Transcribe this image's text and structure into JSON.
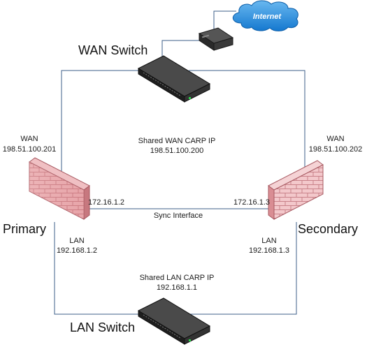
{
  "cloud": {
    "label": "Internet"
  },
  "wan_switch": {
    "label": "WAN Switch"
  },
  "lan_switch": {
    "label": "LAN Switch"
  },
  "primary": {
    "label": "Primary",
    "wan_label": "WAN",
    "wan_ip": "198.51.100.201",
    "sync_ip": "172.16.1.2",
    "lan_label": "LAN",
    "lan_ip": "192.168.1.2"
  },
  "secondary": {
    "label": "Secondary",
    "wan_label": "WAN",
    "wan_ip": "198.51.100.202",
    "sync_ip": "172.16.1.3",
    "lan_label": "LAN",
    "lan_ip": "192.168.1.3"
  },
  "shared_wan": {
    "title": "Shared WAN CARP IP",
    "ip": "198.51.100.200"
  },
  "shared_lan": {
    "title": "Shared LAN CARP IP",
    "ip": "192.168.1.1"
  },
  "sync": {
    "label": "Sync Interface"
  },
  "colors": {
    "link": "#3e5f8a",
    "cloud": "#1f8ee0",
    "firewall_brick": "#d9888e",
    "switch_body": "#2b2b2b"
  }
}
